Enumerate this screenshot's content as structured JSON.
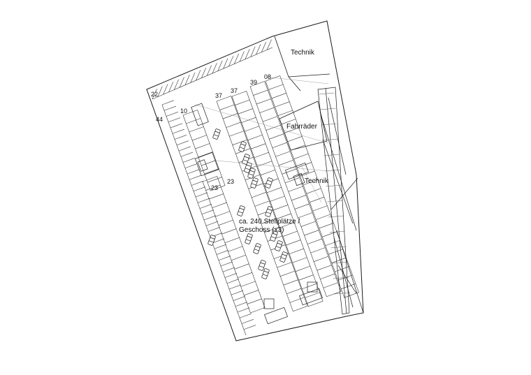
{
  "labels": {
    "technik_top": "Technik",
    "fahrraeder": "Fahrräder",
    "technik_mid": "Technik",
    "capacity_line1": "ca. 240 Stellplätze /",
    "capacity_line2": "Geschoss (x3)"
  },
  "space_numbers": {
    "n22": "22",
    "n44": "44",
    "n10": "10",
    "n37a": "37",
    "n37b": "37",
    "n39": "39",
    "n08": "08",
    "n23a": "23",
    "n23b": "23"
  },
  "colors": {
    "line": "#1a1a1a",
    "fine": "#777777",
    "background": "#ffffff"
  }
}
